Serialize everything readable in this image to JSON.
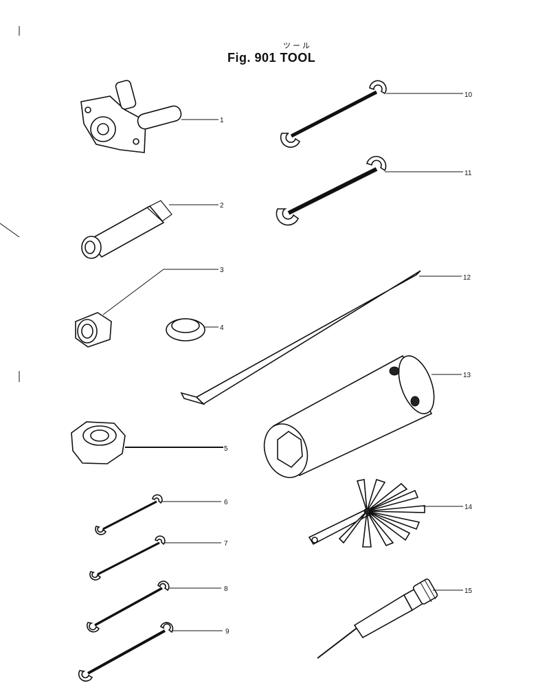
{
  "figure": {
    "title": "Fig. 901  TOOL",
    "kana": "ツール"
  },
  "parts": [
    {
      "no": "1"
    },
    {
      "no": "2"
    },
    {
      "no": "3"
    },
    {
      "no": "4"
    },
    {
      "no": "5"
    },
    {
      "no": "6"
    },
    {
      "no": "7"
    },
    {
      "no": "8"
    },
    {
      "no": "9"
    },
    {
      "no": "10"
    },
    {
      "no": "11"
    },
    {
      "no": "12"
    },
    {
      "no": "13"
    },
    {
      "no": "14"
    },
    {
      "no": "15"
    }
  ]
}
